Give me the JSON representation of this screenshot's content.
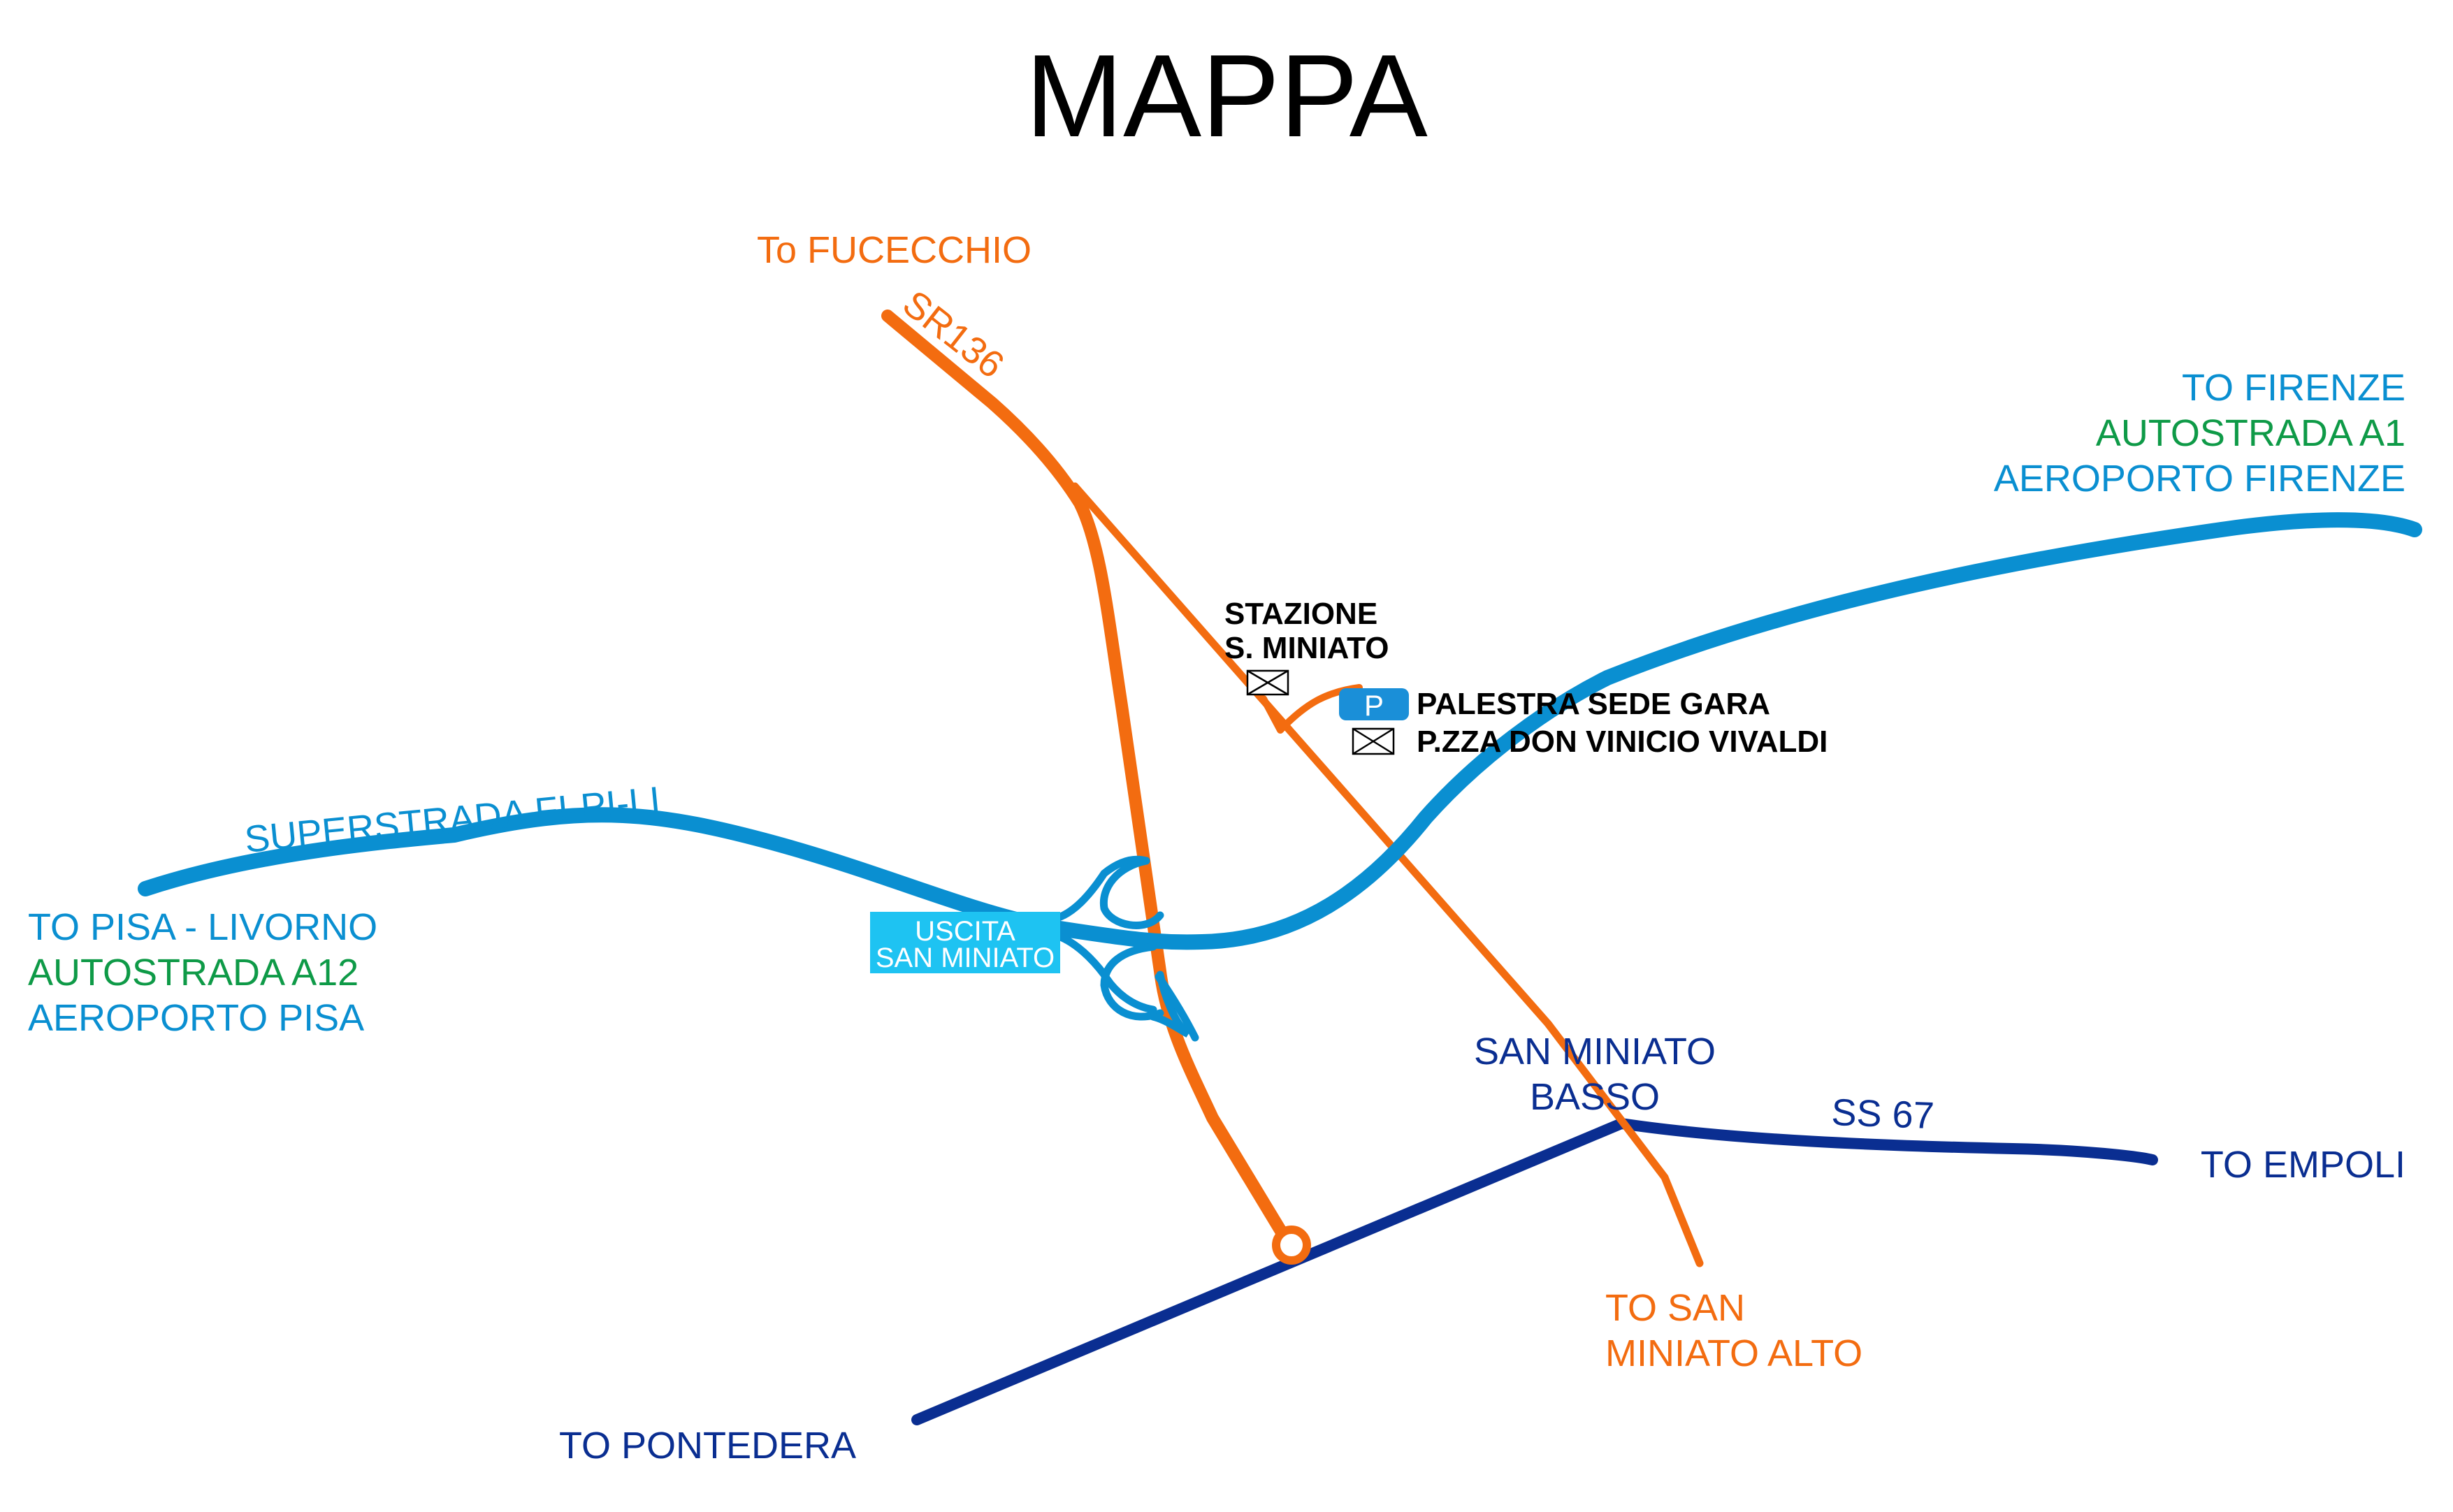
{
  "title": "MAPPA",
  "colors": {
    "superstrada": "#0a8fd1",
    "sr136": "#f36c10",
    "ss67": "#0a2e91",
    "autostrada": "#0e9a47",
    "exit_box": "#1ec3f2",
    "parking": "#1a8fd8"
  },
  "labels": {
    "to_fucecchio": "To FUCECCHIO",
    "sr136": "SR136",
    "to_firenze": "TO FIRENZE",
    "autostrada_a1": "AUTOSTRADA A1",
    "aeroporto_firenze": "AEROPORTO FIRENZE",
    "superstrada": "SUPERSTRADA FI-PI-LI",
    "to_pisa_livorno": "TO PISA - LIVORNO",
    "autostrada_a12": "AUTOSTRADA A12",
    "aeroporto_pisa": "AEROPORTO PISA",
    "exit_line1": "USCITA",
    "exit_line2": "SAN MINIATO",
    "stazione_line1": "STAZIONE",
    "stazione_line2": "S. MINIATO",
    "parking_symbol": "P",
    "palestra": "PALESTRA SEDE GARA",
    "piazza": "P.ZZA DON VINICIO VIVALDI",
    "san_miniato_basso_line1": "SAN MINIATO",
    "san_miniato_basso_line2": "BASSO",
    "ss67": "SS 67",
    "to_empoli": "TO EMPOLI",
    "to_pontedera": "TO PONTEDERA",
    "to_san_miniato_alto_line1": "TO SAN",
    "to_san_miniato_alto_line2": "MINIATO ALTO"
  },
  "icons": {
    "station_marker": "envelope-icon",
    "venue_marker": "envelope-icon",
    "roundabout": "roundabout-icon"
  }
}
